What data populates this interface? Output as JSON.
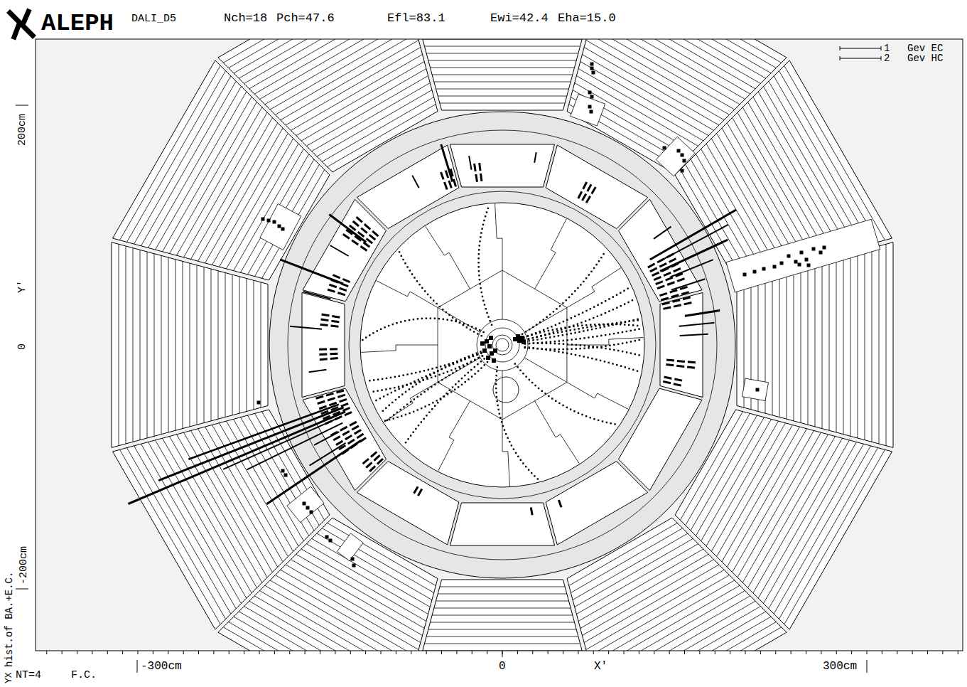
{
  "diagram": {
    "title": "ALEPH",
    "labels": [
      "DALI_D5",
      "Nch=18",
      "Pch=47.6",
      "Efl=83.1",
      "Ewi=42.4",
      "Eha=15.0",
      "1",
      "Gev EC",
      "2",
      "Gev HC",
      "200cm",
      "Y'",
      "0",
      "-200cm",
      "hist.of BA.+E.C.",
      "YX",
      "NT=4",
      "F.C.",
      "-300cm",
      "0",
      "X'",
      "300cm"
    ]
  }
}
